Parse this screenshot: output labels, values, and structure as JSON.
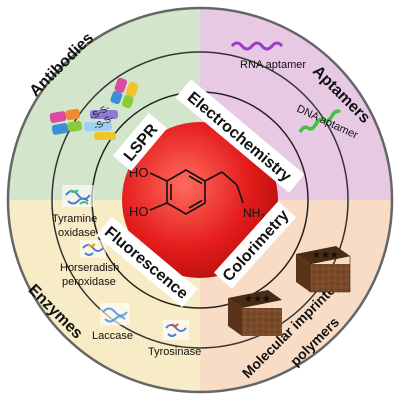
{
  "sectors": {
    "antibodies": "Antibodies",
    "aptamers": "Aptamers",
    "enzymes": "Enzymes",
    "mip": "Molecular imprinted polymers"
  },
  "methods": {
    "lspr": "LSPR",
    "electrochemistry": "Electrochemistry",
    "fluorescence": "Fluorescence",
    "colorimetry": "Colorimetry"
  },
  "aptamer_items": {
    "rna": "RNA aptamer",
    "dna": "DNA aptamer"
  },
  "enzyme_items": {
    "tyramine_1": "Tyramine",
    "tyramine_2": "oxidase",
    "horseradish_1": "Horseradish",
    "horseradish_2": "peroxidase",
    "laccase": "Laccase",
    "tyrosinase": "Tyrosinase"
  },
  "antibody_bonds": {
    "b1": "-S-S-",
    "b2": "-S-S-"
  },
  "molecule": {
    "ho_top": "HO",
    "ho_bottom": "HO",
    "amine": "NH2"
  },
  "colors": {
    "antibodies_bg": "#d3e6cc",
    "aptamers_bg": "#e8c9e4",
    "enzymes_bg": "#f7ecc6",
    "mip_bg": "#f8dcc6",
    "center": "#e31b1b",
    "rna_wave": "#9a3ad1",
    "dna_wave": "#3fc23f"
  }
}
